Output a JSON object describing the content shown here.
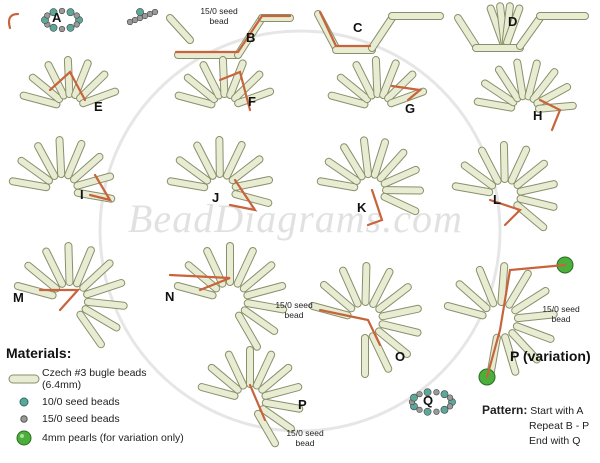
{
  "watermark": "BeadDiagrams.com",
  "panels": [
    "A",
    "B",
    "C",
    "D",
    "E",
    "F",
    "G",
    "H",
    "I",
    "J",
    "K",
    "L",
    "M",
    "N",
    "O",
    "P",
    "P (variation)",
    "Q"
  ],
  "callouts": {
    "b": "15/0 seed\nbead",
    "o": "15/0 seed\nbead",
    "p": "15/0 seed\nbead",
    "pv": "15/0 seed\nbead"
  },
  "materials": {
    "title": "Materials:",
    "items": [
      {
        "label": "Czech #3 bugle beads (6.4mm)",
        "icon": "bugle-bead-icon"
      },
      {
        "label": "10/0 seed beads",
        "icon": "seed-bead-10-icon"
      },
      {
        "label": "15/0 seed beads",
        "icon": "seed-bead-15-icon"
      },
      {
        "label": "4mm pearls (for variation only)",
        "icon": "pearl-icon"
      }
    ]
  },
  "pattern": {
    "title": "Pattern:",
    "lines": [
      "Start with A",
      "Repeat B - P",
      "End with Q"
    ]
  },
  "colors": {
    "bugle": "#e8ecd2",
    "bugle_stroke": "#8a8f6a",
    "thread": "#c8643c",
    "seed10": "#5aa89a",
    "seed15": "#9a9a9a",
    "pearl": "#4caf3c"
  }
}
